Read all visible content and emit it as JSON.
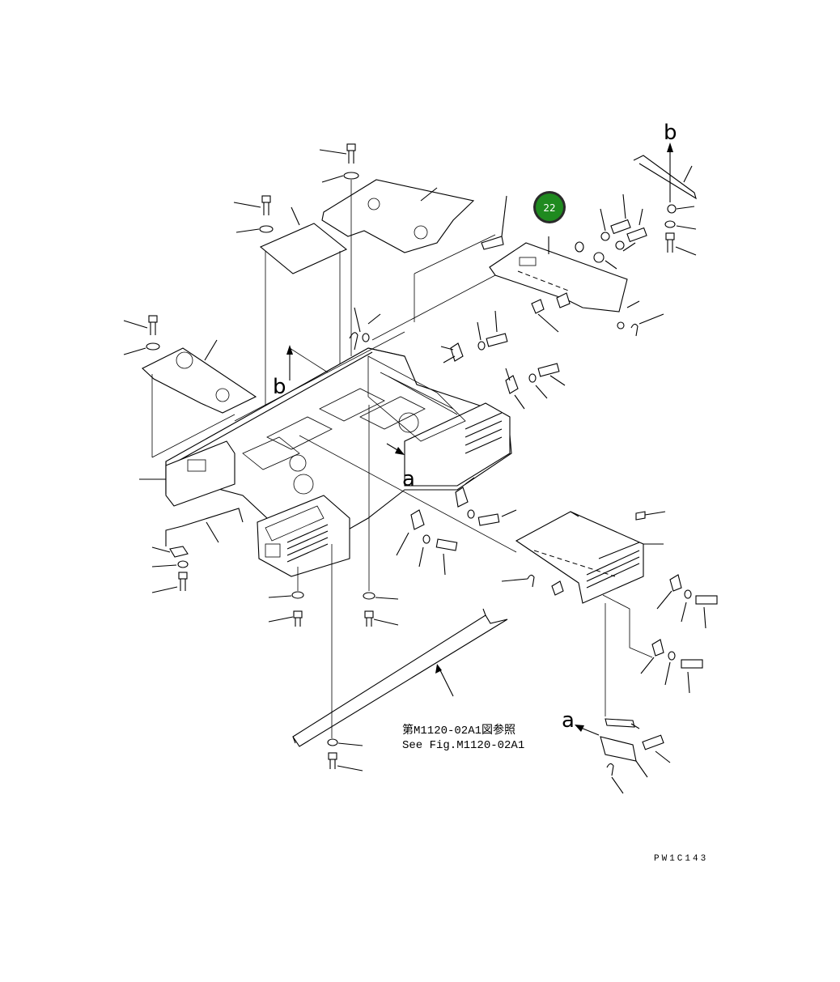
{
  "reference_note": {
    "line1": "第M1120-02A1図参照",
    "line2": "See Fig.M1120-02A1"
  },
  "drawing_code": "PW1C143",
  "callout": {
    "number": "22",
    "color": "#1f8a1f"
  },
  "view_letters": {
    "b_top": "b",
    "b_left": "b",
    "a_center": "a",
    "a_bottom": "a"
  }
}
